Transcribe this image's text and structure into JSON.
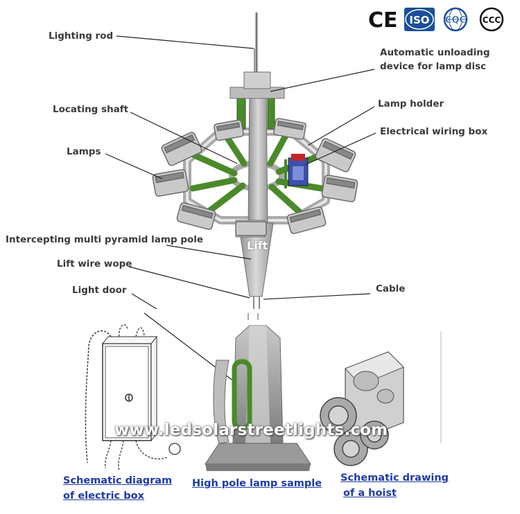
{
  "certifications": [
    {
      "icon": "ce-mark-icon",
      "text": "CE"
    },
    {
      "icon": "iso-mark-icon",
      "text": "ISO"
    },
    {
      "icon": "cqc-mark-icon",
      "text": "CQC"
    },
    {
      "icon": "ccc-mark-icon",
      "text": "CCC"
    }
  ],
  "labels": {
    "lighting_rod": "Lighting rod",
    "auto_unloading_1": "Automatic unloading",
    "auto_unloading_2": "device for lamp disc",
    "locating_shaft": "Locating shaft",
    "lamp_holder": "Lamp holder",
    "electrical_wiring_box": "Electrical wiring box",
    "lamps": "Lamps",
    "intercepting_pole": "Intercepting multi pyramid lamp pole",
    "lift_wire": "Lift wire wope",
    "light_door": "Light door",
    "cable": "Cable"
  },
  "captions": {
    "electric_box_1": "Schematic diagram",
    "electric_box_2": "of electric box",
    "pole_sample": "High pole lamp sample",
    "hoist_1": "Schematic drawing",
    "hoist_2": "of a hoist"
  },
  "watermark": "www.ledsolarstreetlights.com",
  "overlay_text": "Lift",
  "colors": {
    "label_text": "#3a3a3a",
    "caption_text": "#1f3aa8",
    "frame_green": "#4a8a2a",
    "metal_grey": "#bfbfbf",
    "iso_blue": "#1a4f9c"
  }
}
